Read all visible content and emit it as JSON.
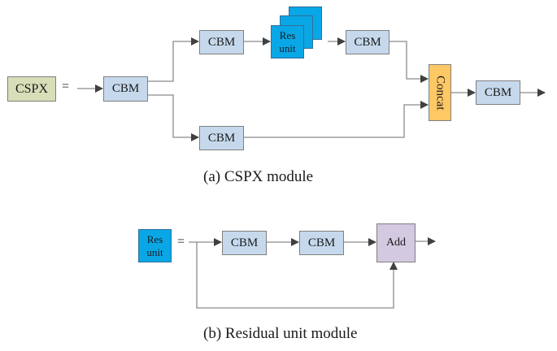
{
  "figure_a": {
    "caption": "(a) CSPX module",
    "lhs_label": "CSPX",
    "equals": "=",
    "input_cbm": "CBM",
    "top_branch": [
      "CBM",
      "Res unit",
      "CBM"
    ],
    "res_unit_lines": [
      "Res",
      "unit"
    ],
    "bottom_branch": [
      "CBM"
    ],
    "concat_label": "Concat",
    "output_cbm": "CBM"
  },
  "figure_b": {
    "caption": "(b) Residual unit module",
    "lhs_lines": [
      "Res",
      "unit"
    ],
    "equals": "=",
    "chain": [
      "CBM",
      "CBM"
    ],
    "add_label": "Add"
  },
  "colors": {
    "cbm": "#c6d9ec",
    "cspx": "#d7deb8",
    "res_unit": "#0aa7e6",
    "concat": "#fec865",
    "add": "#d3c9e0",
    "line": "#7f7f7f",
    "arrowhead": "#404040"
  }
}
